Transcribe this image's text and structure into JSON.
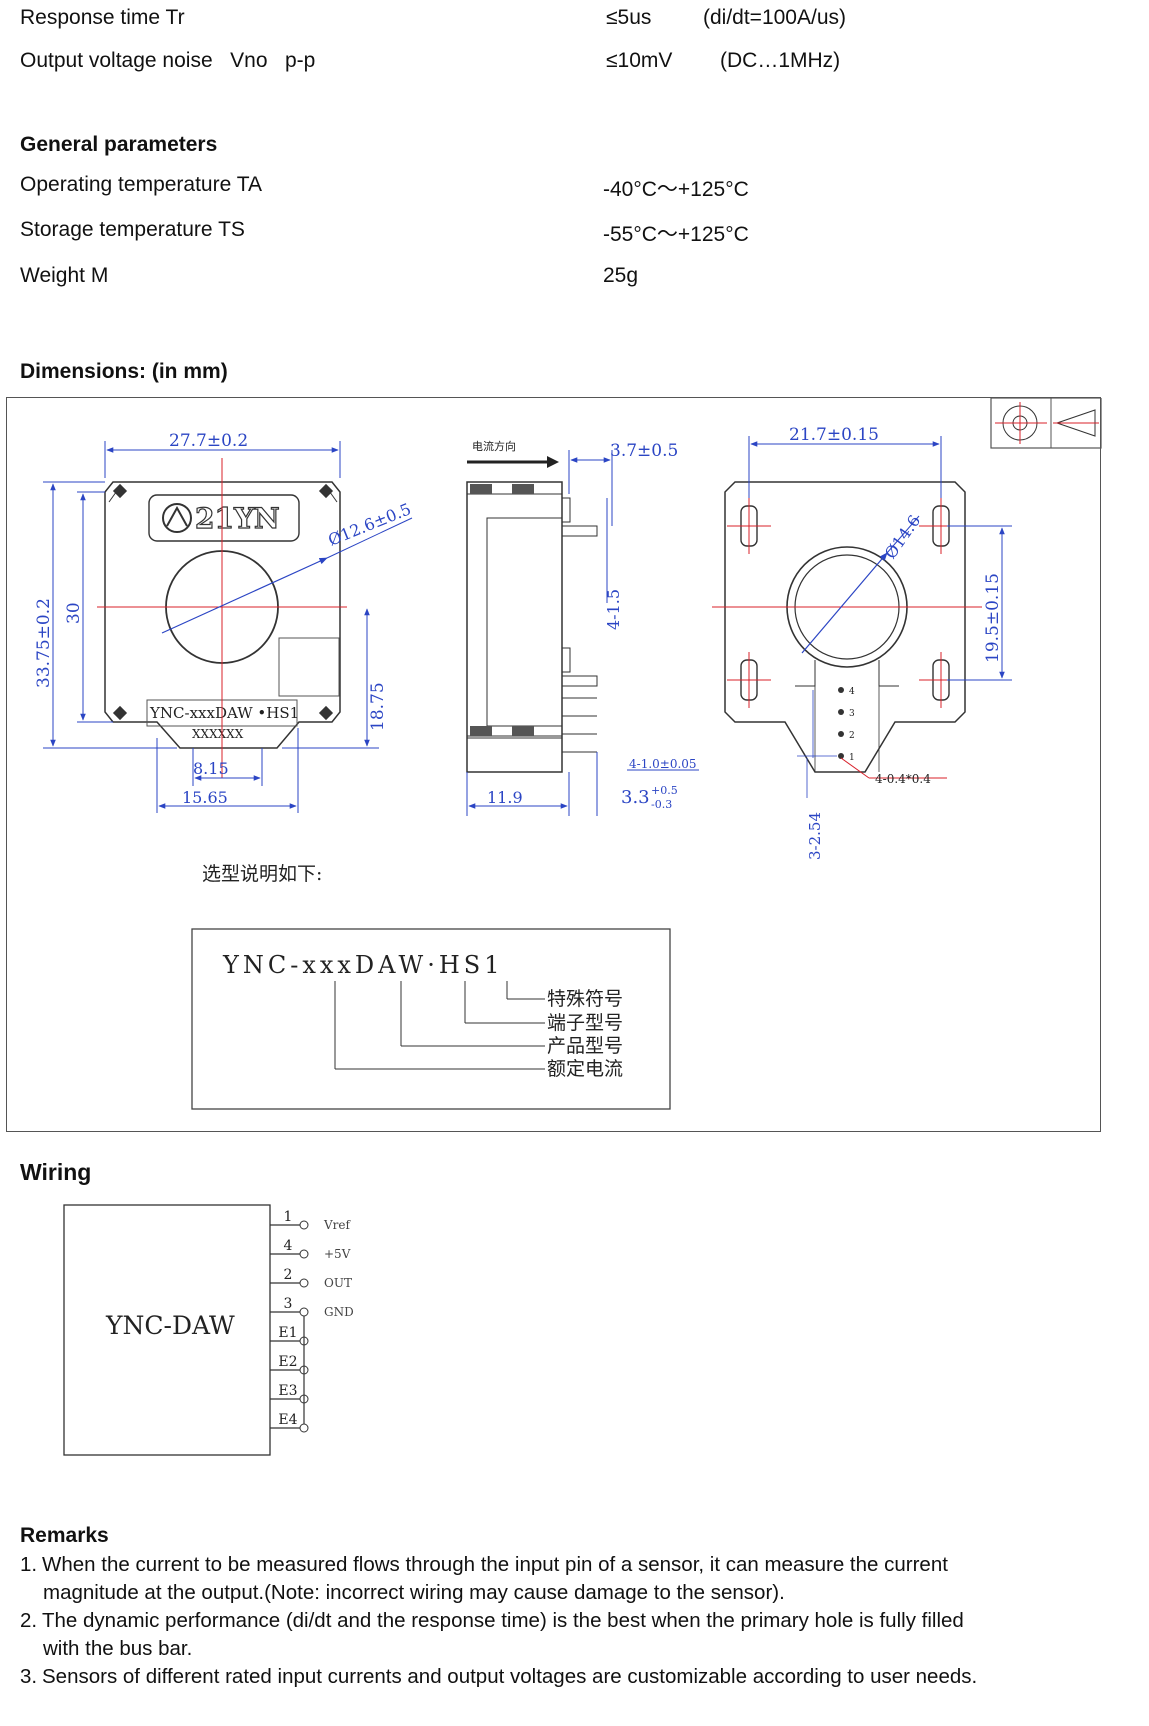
{
  "electrical_rows": [
    {
      "label": "Response time Tr",
      "value": "≤5us",
      "condition": "(di/dt=100A/us)"
    },
    {
      "label": "Output voltage noise   Vno   p-p",
      "value": "≤10mV",
      "condition": "(DC…1MHz)"
    }
  ],
  "general": {
    "heading": "General parameters",
    "rows": [
      {
        "label": "Operating temperature TA",
        "value": "-40°C～+125°C"
      },
      {
        "label": "Storage temperature TS",
        "value": "-55°C～+125°C"
      },
      {
        "label": "Weight M",
        "value": "25g"
      }
    ]
  },
  "dimensions": {
    "heading": "Dimensions: (in mm)",
    "front": {
      "width_dim": "27.7±0.2",
      "height_dim": "33.75±0.2",
      "inner_height": "30",
      "hole_dim": "Ø12.6±0.5",
      "lower_dim": "18.75",
      "base_inner": "8.15",
      "base_outer": "15.65",
      "model_label": "YNC-xxxDAW •HS1",
      "model_sub": "XXXXXX",
      "logo": "21YN"
    },
    "side": {
      "flow_label": "电流方向",
      "top_dim": "3.7±0.5",
      "pin_dim": "4-1.5",
      "pin_width": "4-1.0±0.05",
      "depth": "11.9",
      "pin_len": "3.3",
      "pin_len_plus": "+0.5",
      "pin_len_minus": "-0.3"
    },
    "back": {
      "width_dim": "21.7±0.15",
      "hole_dim": "Ø14.6",
      "height_dim": "19.5±0.15",
      "pin_size": "4-0.4*0.4",
      "pitch": "3-2.54",
      "pins": [
        "4",
        "3",
        "2",
        "1"
      ]
    },
    "model_explain": {
      "title": "选型说明如下:",
      "code": "YNC-xxxDAW·HS1",
      "items": [
        "特殊符号",
        "端子型号",
        "产品型号",
        "额定电流"
      ]
    }
  },
  "wiring": {
    "heading": "Wiring",
    "device": "YNC-DAW",
    "pins": [
      {
        "num": "1",
        "signal": "Vref"
      },
      {
        "num": "4",
        "signal": "+5V"
      },
      {
        "num": "2",
        "signal": "OUT"
      },
      {
        "num": "3",
        "signal": "GND"
      },
      {
        "num": "E1",
        "signal": ""
      },
      {
        "num": "E2",
        "signal": ""
      },
      {
        "num": "E3",
        "signal": ""
      },
      {
        "num": "E4",
        "signal": ""
      }
    ]
  },
  "remarks": {
    "heading": "Remarks",
    "items": [
      {
        "num": "1.",
        "line1": "When the current to be measured flows through the input pin of a sensor, it can measure the current",
        "line2": "magnitude at the output.(Note: incorrect wiring may cause damage to the sensor)."
      },
      {
        "num": "2.",
        "line1": "The dynamic performance (di/dt and the response time) is the best when the primary hole is fully filled",
        "line2": "with the bus bar."
      },
      {
        "num": "3.",
        "line1": "Sensors of different rated input currents and output voltages are customizable according to user needs.",
        "line2": ""
      }
    ]
  },
  "colors": {
    "dim_blue": "#2b45c4",
    "center_red": "#d8202a",
    "frame": "#555555"
  }
}
